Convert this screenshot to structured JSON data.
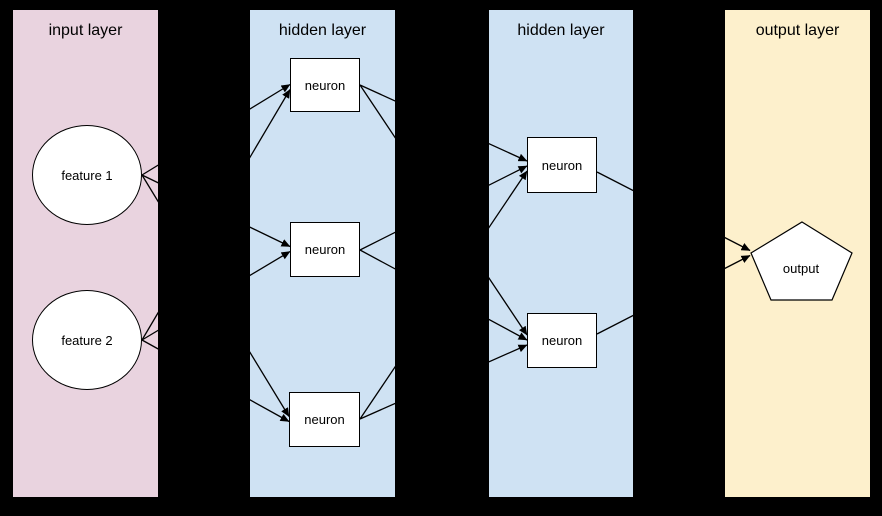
{
  "colors": {
    "background": "#000000",
    "input_layer": "#e9d3df",
    "hidden_layer": "#cfe2f3",
    "output_layer": "#fdf0cc",
    "node_fill": "#ffffff",
    "edge": "#000000"
  },
  "layers": [
    {
      "label": "input layer",
      "color": "#e9d3df",
      "nodes": [
        {
          "label": "feature 1",
          "shape": "circle"
        },
        {
          "label": "feature 2",
          "shape": "circle"
        }
      ]
    },
    {
      "label": "hidden layer",
      "color": "#cfe2f3",
      "nodes": [
        {
          "label": "neuron",
          "shape": "rect"
        },
        {
          "label": "neuron",
          "shape": "rect"
        },
        {
          "label": "neuron",
          "shape": "rect"
        }
      ]
    },
    {
      "label": "hidden layer",
      "color": "#cfe2f3",
      "nodes": [
        {
          "label": "neuron",
          "shape": "rect"
        },
        {
          "label": "neuron",
          "shape": "rect"
        }
      ]
    },
    {
      "label": "output layer",
      "color": "#fdf0cc",
      "nodes": [
        {
          "label": "output",
          "shape": "pentagon"
        }
      ]
    }
  ],
  "edges": [
    {
      "from": "feature-1",
      "to": "hidden1-neuron-1"
    },
    {
      "from": "feature-2",
      "to": "hidden1-neuron-1"
    },
    {
      "from": "feature-1",
      "to": "hidden1-neuron-2"
    },
    {
      "from": "feature-2",
      "to": "hidden1-neuron-2"
    },
    {
      "from": "feature-1",
      "to": "hidden1-neuron-3"
    },
    {
      "from": "feature-2",
      "to": "hidden1-neuron-3"
    },
    {
      "from": "hidden1-neuron-1",
      "to": "hidden2-neuron-1"
    },
    {
      "from": "hidden1-neuron-2",
      "to": "hidden2-neuron-1"
    },
    {
      "from": "hidden1-neuron-3",
      "to": "hidden2-neuron-1"
    },
    {
      "from": "hidden1-neuron-1",
      "to": "hidden2-neuron-2"
    },
    {
      "from": "hidden1-neuron-2",
      "to": "hidden2-neuron-2"
    },
    {
      "from": "hidden1-neuron-3",
      "to": "hidden2-neuron-2"
    },
    {
      "from": "hidden2-neuron-1",
      "to": "output"
    },
    {
      "from": "hidden2-neuron-2",
      "to": "output"
    }
  ]
}
